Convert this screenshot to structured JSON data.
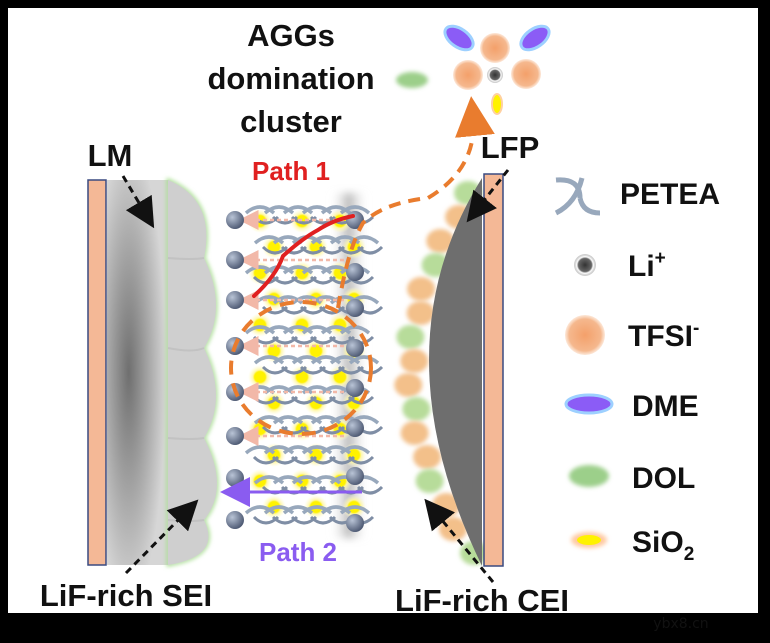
{
  "labels": {
    "title_lines": [
      "AGGs",
      "domination",
      "cluster"
    ],
    "lm": "LM",
    "lfp": "LFP",
    "path1": "Path 1",
    "path2": "Path 2",
    "sei": "LiF-rich SEI",
    "cei": "LiF-rich CEI"
  },
  "legend": [
    {
      "name": "PETEA",
      "icon": "petea-icon"
    },
    {
      "name": "Li",
      "sup": "+",
      "icon": "li-ion-icon"
    },
    {
      "name": "TFSI",
      "sup": "-",
      "icon": "tfsi-icon"
    },
    {
      "name": "DME",
      "icon": "dme-icon"
    },
    {
      "name": "DOL",
      "icon": "dol-icon"
    },
    {
      "name": "SiO",
      "sub": "2",
      "icon": "sio2-icon"
    }
  ],
  "watermark": "ybx8.cn",
  "colors": {
    "path1": "#e02020",
    "path2": "#8a5cf0",
    "path_dashed": "#e97c2e",
    "current_collector": "#f4b896",
    "li_ion": "#555555",
    "tfsi": "#f2a877",
    "dme": "#8b5cf6",
    "dol": "#9ccf8a",
    "sio2": "#fff200"
  }
}
